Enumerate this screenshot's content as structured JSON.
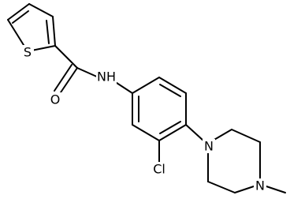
{
  "molecule": {
    "atoms": {
      "sulfur": "S",
      "oxygen": "O",
      "amide_nitrogen": "NH",
      "chlorine": "Cl",
      "piperazine_n1": "N",
      "piperazine_n4": "N"
    }
  }
}
